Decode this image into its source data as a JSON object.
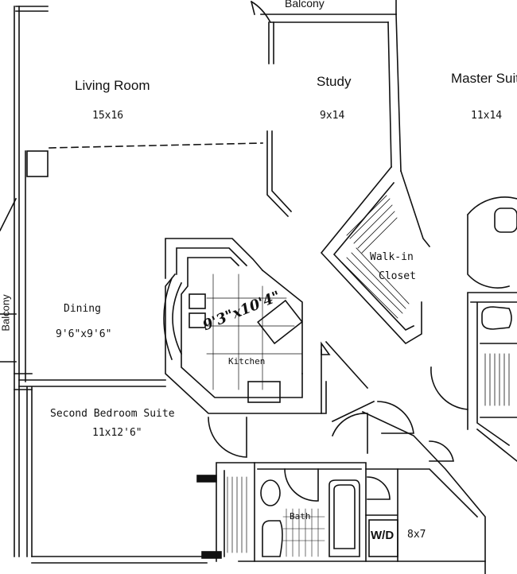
{
  "rooms": {
    "balcony_top": "Balcony",
    "balcony_left": "Balcony",
    "living_room": {
      "name": "Living Room",
      "size": "15x16"
    },
    "study": {
      "name": "Study",
      "size": "9x14"
    },
    "master_suite": {
      "name": "Master Suite",
      "size": "11x14"
    },
    "walk_in_closet": {
      "name_line1": "Walk-in",
      "name_line2": "Closet"
    },
    "dining": {
      "name": "Dining",
      "size": "9'6\"x9'6\""
    },
    "kitchen": {
      "name": "Kitchen",
      "size": "9'3\"x10'4\""
    },
    "second_bedroom": {
      "name": "Second Bedroom Suite",
      "size": "11x12'6\""
    },
    "bath": {
      "name": "Bath"
    },
    "laundry": {
      "name": "W/D",
      "size": "8x7"
    }
  }
}
